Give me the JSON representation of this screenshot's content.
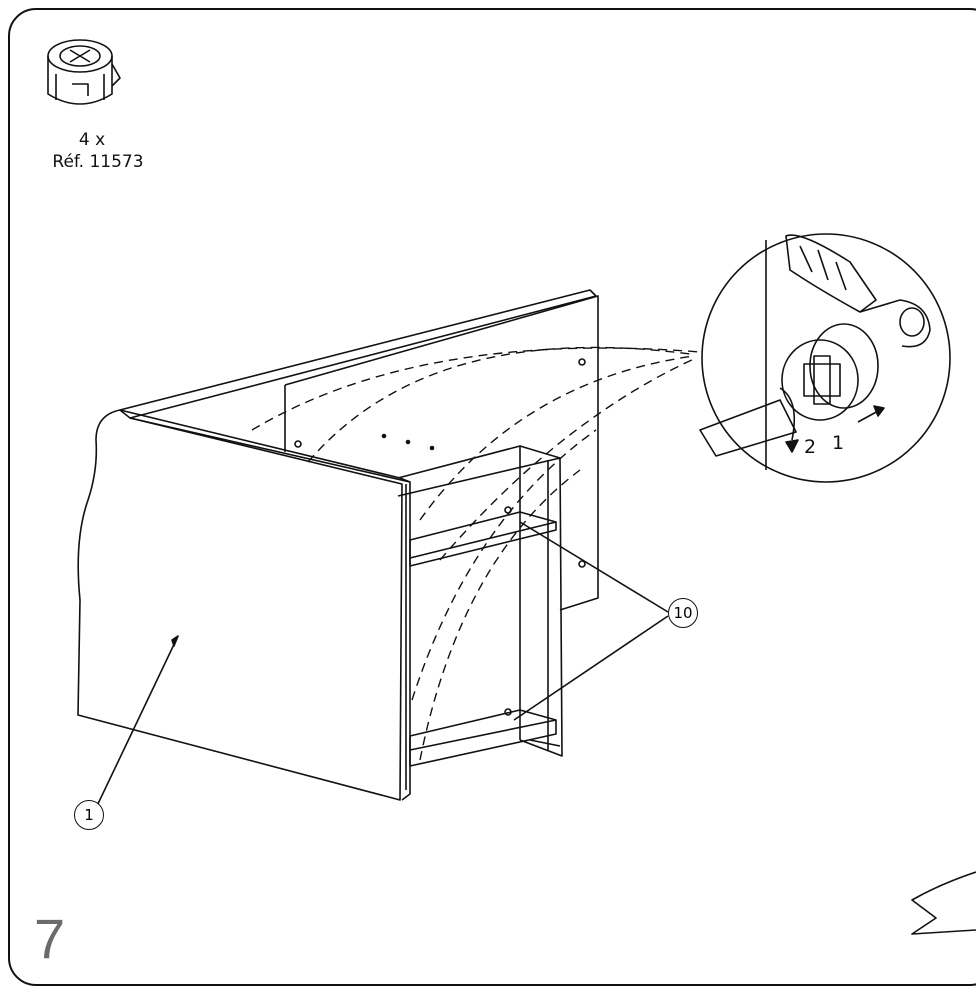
{
  "kit": {
    "quantity": "4 x",
    "reference": "Réf. 11573",
    "icon": "cam-lock-fitting-icon"
  },
  "callouts": {
    "panel": "1",
    "shelf": "10"
  },
  "detail": {
    "step_a": "2",
    "step_b": "1",
    "icon": "screwdriver-cam-lock-detail"
  },
  "step_number": "7"
}
